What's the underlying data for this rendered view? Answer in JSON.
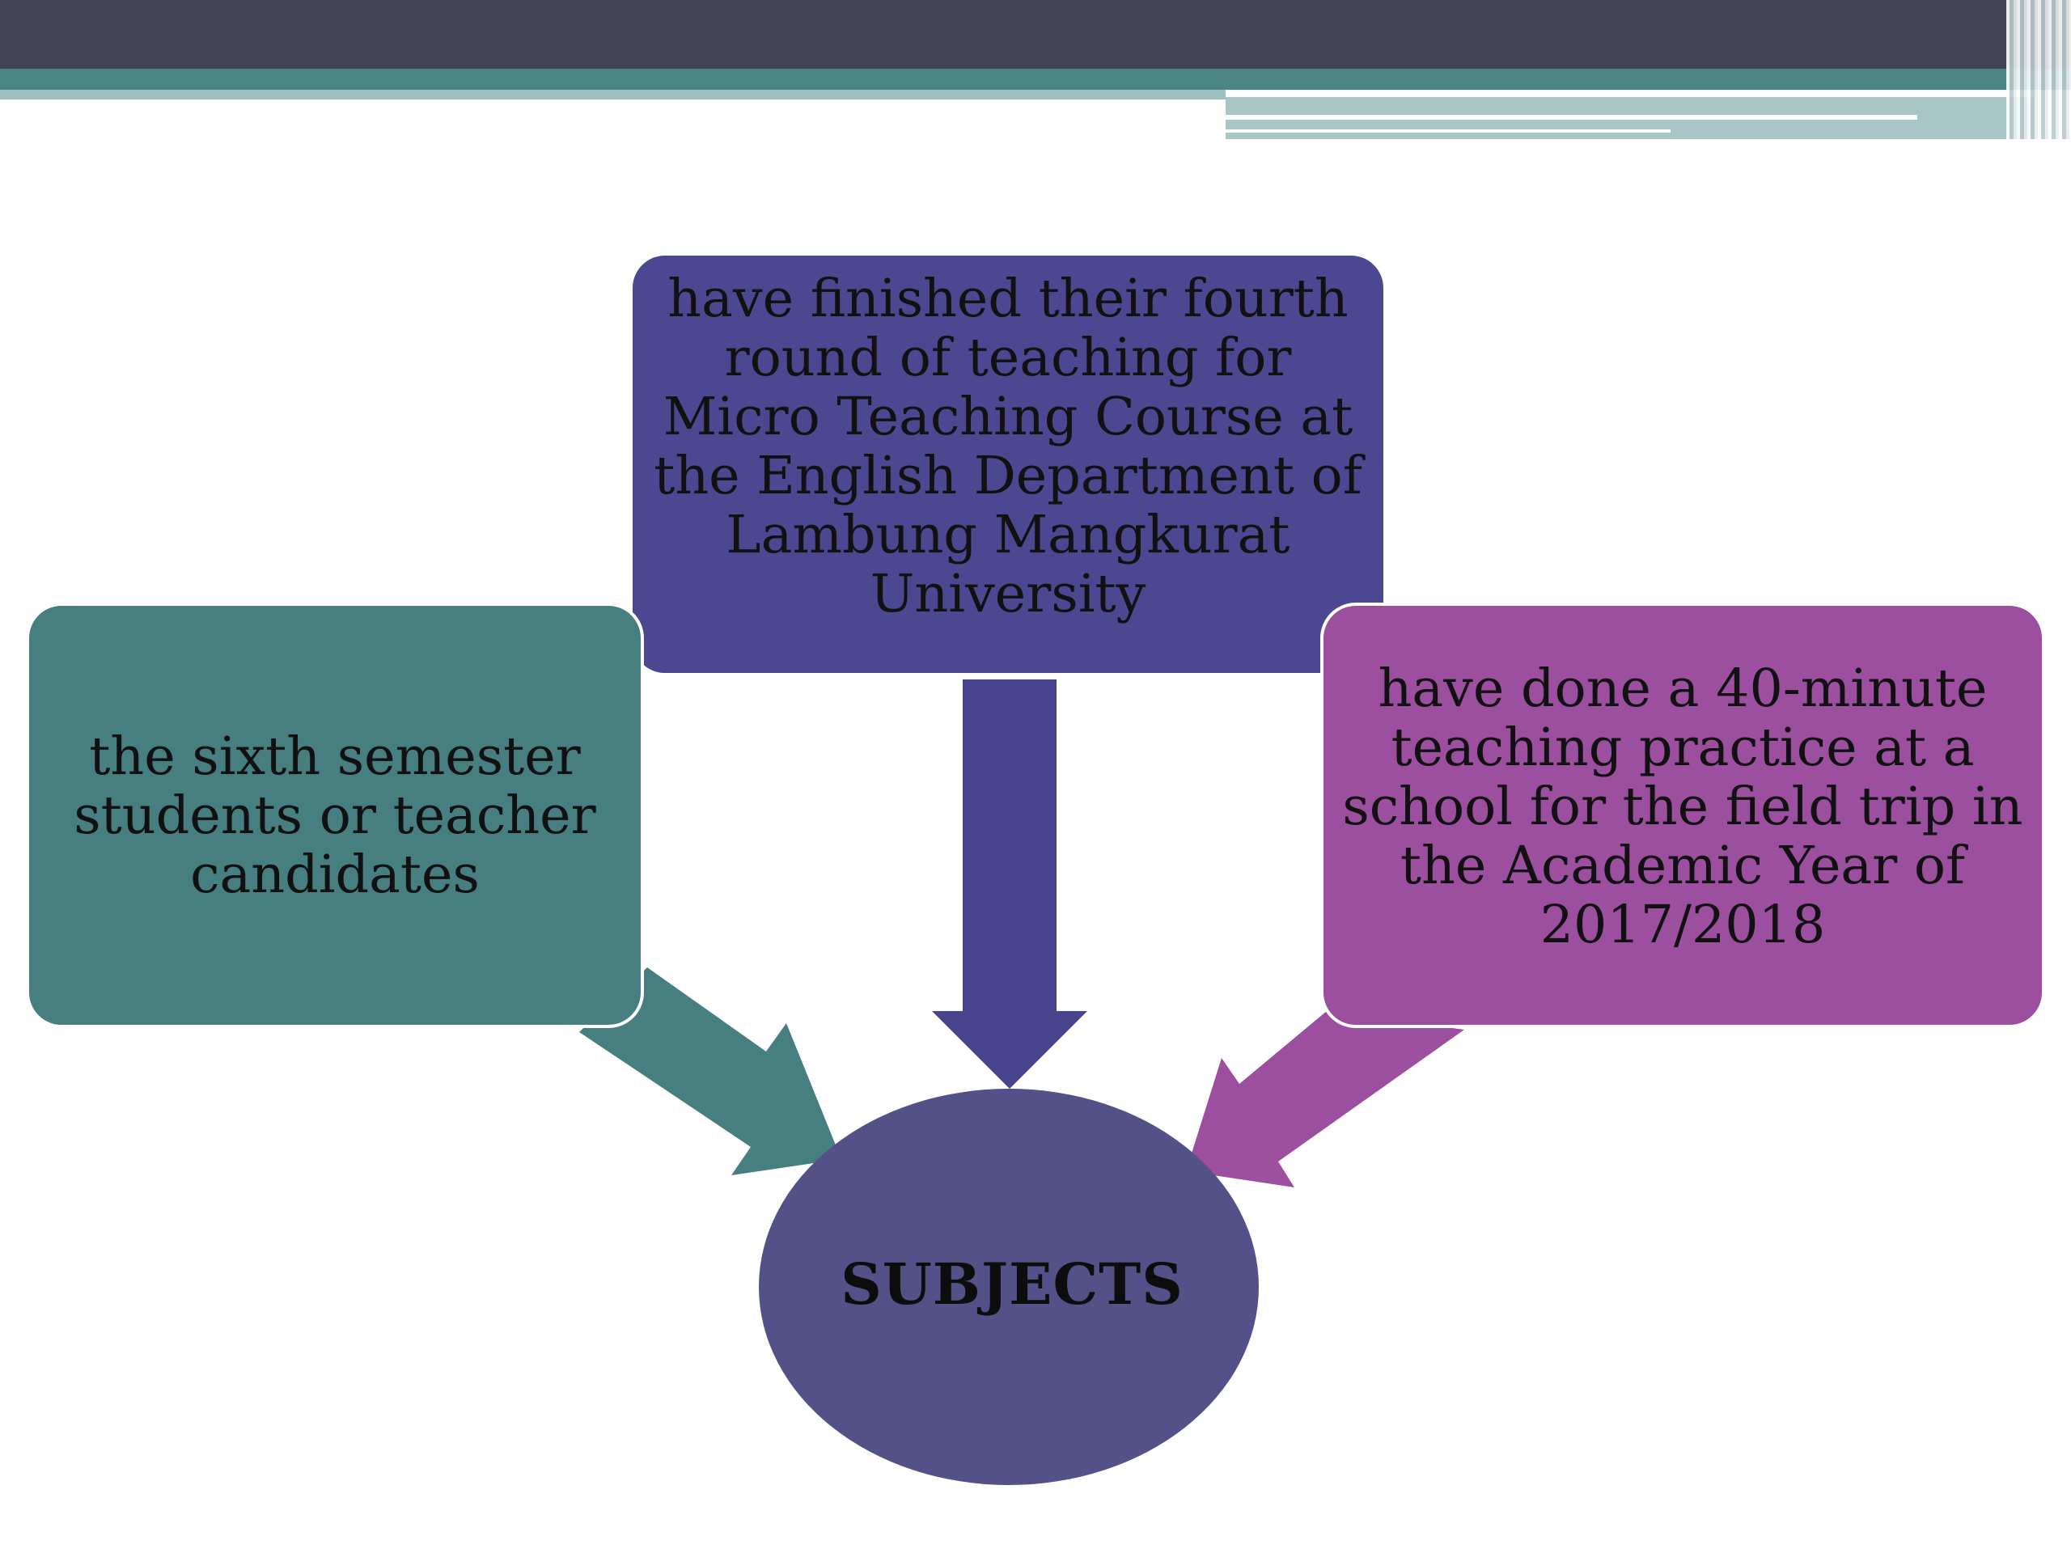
{
  "diagram": {
    "center": {
      "label": "SUBJECTS"
    },
    "nodes": [
      {
        "id": "top",
        "text": "have finished their fourth round of teaching for Micro Teaching Course at the English Department of Lambung Mangkurat University"
      },
      {
        "id": "left",
        "text": "the sixth semester students or teacher candidates"
      },
      {
        "id": "right",
        "text": "have done a 40-minute teaching practice at a school for the field trip in the Academic Year of 2017/2018"
      }
    ]
  },
  "colors": {
    "header_dark": "#434356",
    "header_teal": "#4a8585",
    "node_top": "#4b4790",
    "node_left": "#477e80",
    "node_right": "#9c4e9f",
    "center": "#535187"
  }
}
